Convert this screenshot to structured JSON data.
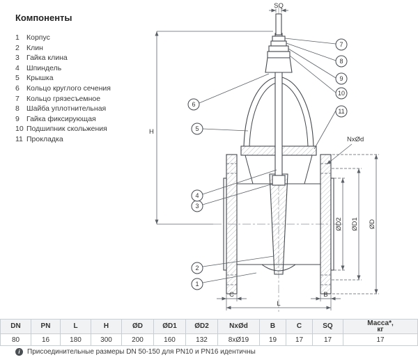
{
  "title": "Компоненты",
  "components": [
    {
      "num": "1",
      "label": "Корпус"
    },
    {
      "num": "2",
      "label": "Клин"
    },
    {
      "num": "3",
      "label": "Гайка клина"
    },
    {
      "num": "4",
      "label": "Шпиндель"
    },
    {
      "num": "5",
      "label": "Крышка"
    },
    {
      "num": "6",
      "label": "Кольцо круглого сечения"
    },
    {
      "num": "7",
      "label": "Кольцо грязесъемное"
    },
    {
      "num": "8",
      "label": "Шайба уплотнительная"
    },
    {
      "num": "9",
      "label": "Гайка фиксирующая"
    },
    {
      "num": "10",
      "label": "Подшипник скольжения"
    },
    {
      "num": "11",
      "label": "Прокладка"
    }
  ],
  "drawing": {
    "callouts": [
      "1",
      "2",
      "3",
      "4",
      "5",
      "6",
      "7",
      "8",
      "9",
      "10",
      "11"
    ],
    "dims": {
      "sq": "SQ",
      "h": "H",
      "l": "L",
      "c": "C",
      "b": "B",
      "d": "ØD",
      "d1": "ØD1",
      "d2": "ØD2",
      "nxod": "NxØd"
    }
  },
  "table": {
    "headers": [
      "DN",
      "PN",
      "L",
      "H",
      "ØD",
      "ØD1",
      "ØD2",
      "NxØd",
      "B",
      "C",
      "SQ",
      "Масса*,\nкг"
    ],
    "values": [
      "80",
      "16",
      "180",
      "300",
      "200",
      "160",
      "132",
      "8xØ19",
      "19",
      "17",
      "17",
      "17"
    ]
  },
  "note": {
    "icon_glyph": "i",
    "text": "Присоединительные размеры DN 50-150 для PN10 и PN16 идентичны"
  }
}
